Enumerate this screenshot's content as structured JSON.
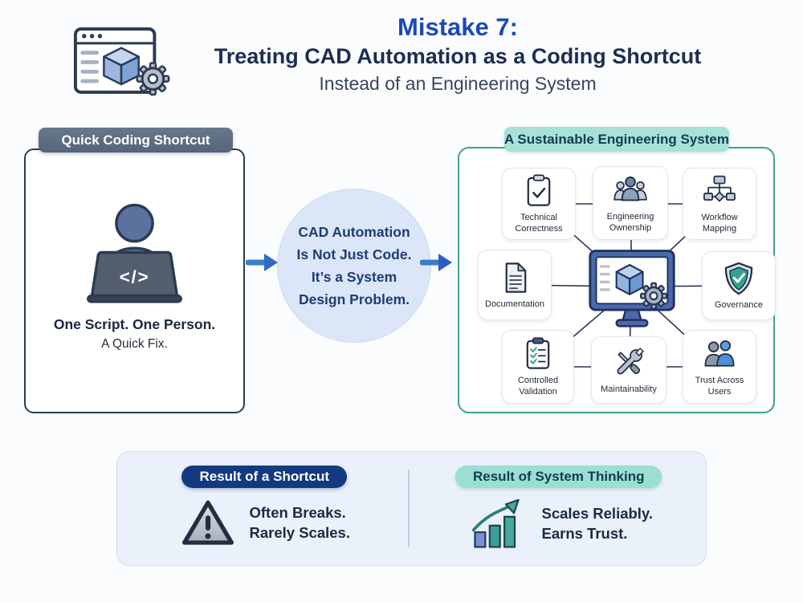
{
  "header": {
    "title": "Mistake 7:",
    "subtitle": "Treating CAD Automation as a Coding Shortcut",
    "tagline": "Instead of an Engineering System",
    "app_icon": "browser-cube-gear-icon"
  },
  "left_panel": {
    "badge": "Quick Coding Shortcut",
    "code_glyph": "</>",
    "caption_bold": "One Script. One Person.",
    "caption": "A Quick Fix."
  },
  "center_bubble": {
    "lines": [
      "CAD Automation",
      "Is Not Just Code.",
      "It’s a System",
      "Design Problem."
    ]
  },
  "right_panel": {
    "badge": "A Sustainable Engineering System",
    "hub_icon": "cad-monitor-icon",
    "nodes": [
      {
        "label": "Technical Correctness",
        "icon": "clipboard-check-icon"
      },
      {
        "label": "Engineering Ownership",
        "icon": "team-icon"
      },
      {
        "label": "Workflow Mapping",
        "icon": "flowchart-icon"
      },
      {
        "label": "Documentation",
        "icon": "document-icon"
      },
      {
        "label": "Governance",
        "icon": "shield-check-icon"
      },
      {
        "label": "Controlled Validation",
        "icon": "checklist-icon"
      },
      {
        "label": "Maintainability",
        "icon": "tools-icon"
      },
      {
        "label": "Trust Across Users",
        "icon": "users-icon"
      }
    ]
  },
  "results": {
    "shortcut": {
      "badge": "Result of a Shortcut",
      "line1": "Often Breaks.",
      "line2": "Rarely Scales.",
      "icon": "warning-triangle-icon"
    },
    "system": {
      "badge": "Result of System Thinking",
      "line1": "Scales Reliably.",
      "line2": "Earns Trust.",
      "icon": "growth-chart-icon"
    }
  },
  "colors": {
    "title_blue": "#1c49b8",
    "navy": "#1d2d52",
    "slate_badge": "#5d6c80",
    "teal_badge": "#a8e1d6",
    "teal_border": "#3fa28c",
    "bubble_fill": "#dbe7f8",
    "arrow_blue": "#3575c9",
    "navy_badge": "#133a80",
    "panel_tint": "#eaf1fa"
  }
}
